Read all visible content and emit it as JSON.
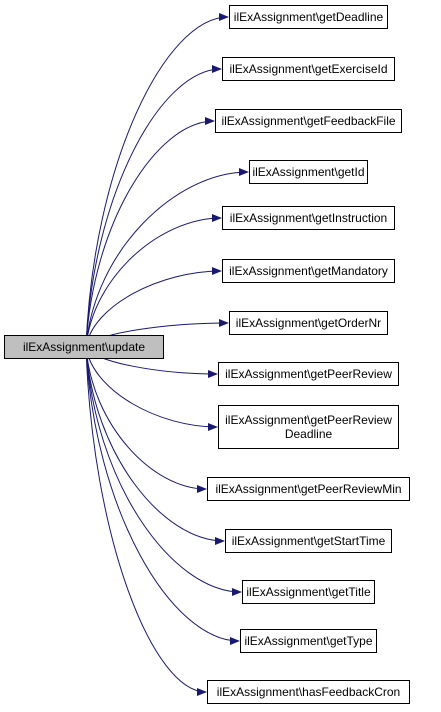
{
  "source": {
    "label": "ilExAssignment\\update"
  },
  "targets": [
    {
      "id": "getDeadline",
      "label": "ilExAssignment\\getDeadline"
    },
    {
      "id": "getExerciseId",
      "label": "ilExAssignment\\getExerciseId"
    },
    {
      "id": "getFeedbackFile",
      "label": "ilExAssignment\\getFeedbackFile"
    },
    {
      "id": "getId",
      "label": "ilExAssignment\\getId"
    },
    {
      "id": "getInstruction",
      "label": "ilExAssignment\\getInstruction"
    },
    {
      "id": "getMandatory",
      "label": "ilExAssignment\\getMandatory"
    },
    {
      "id": "getOrderNr",
      "label": "ilExAssignment\\getOrderNr"
    },
    {
      "id": "getPeerReview",
      "label": "ilExAssignment\\getPeerReview"
    },
    {
      "id": "getPeerReviewDeadline",
      "label": "ilExAssignment\\getPeerReview\nDeadline"
    },
    {
      "id": "getPeerReviewMin",
      "label": "ilExAssignment\\getPeerReviewMin"
    },
    {
      "id": "getStartTime",
      "label": "ilExAssignment\\getStartTime"
    },
    {
      "id": "getTitle",
      "label": "ilExAssignment\\getTitle"
    },
    {
      "id": "getType",
      "label": "ilExAssignment\\getType"
    },
    {
      "id": "hasFeedbackCron",
      "label": "ilExAssignment\\hasFeedbackCron"
    }
  ],
  "colors": {
    "edge": "#191970",
    "source_fill": "#bfbfbf",
    "border": "#000000"
  }
}
